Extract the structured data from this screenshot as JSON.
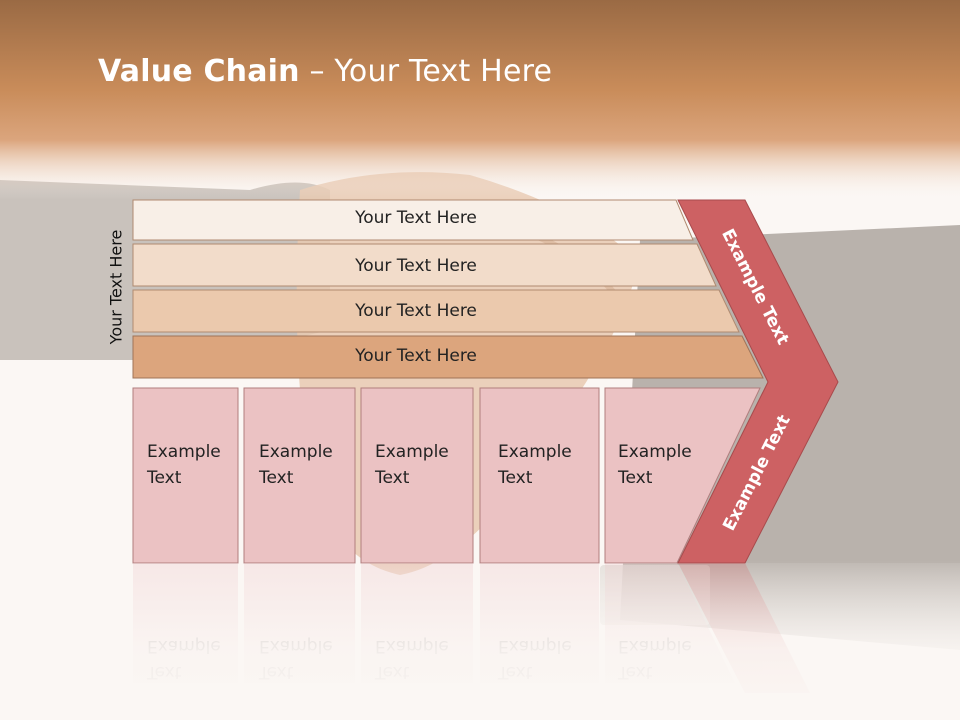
{
  "slide": {
    "title_bold": "Value Chain",
    "title_rest": " – Your Text Here",
    "vertical_label": "Your Text Here"
  },
  "bars": [
    {
      "label": "Your Text Here",
      "fill": "#f8efe7"
    },
    {
      "label": "Your Text Here",
      "fill": "#f2dcca"
    },
    {
      "label": "Your Text Here",
      "fill": "#ebc9ad"
    },
    {
      "label": "Your Text Here",
      "fill": "#dca57d"
    }
  ],
  "boxes": [
    {
      "line1": "Example",
      "line2": "Text"
    },
    {
      "line1": "Example",
      "line2": "Text"
    },
    {
      "line1": "Example",
      "line2": "Text"
    },
    {
      "line1": "Example",
      "line2": "Text"
    },
    {
      "line1": "Example",
      "line2": "Text"
    }
  ],
  "chevron": {
    "upper_label": "Example Text",
    "lower_label": "Example Text",
    "fill": "#cd6163"
  },
  "colors": {
    "title_band": "#c8885a",
    "box_fill": "#ebc2c3",
    "box_stroke": "#b07e7e"
  }
}
